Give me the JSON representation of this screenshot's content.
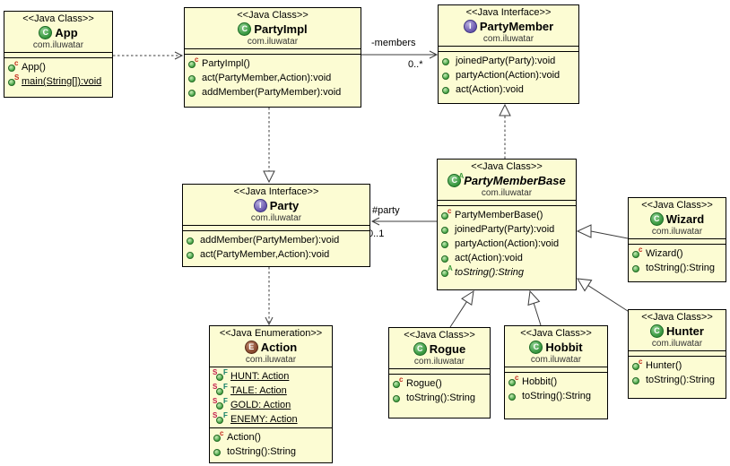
{
  "edges": {
    "members": {
      "name": "-members",
      "mult": "0..*"
    },
    "party": {
      "name": "#party",
      "mult": "0..1"
    }
  },
  "classes": {
    "app": {
      "stereotype": "<<Java Class>>",
      "icon": "C",
      "name": "App",
      "package": "com.iluwatar",
      "members": [
        {
          "sup": "c",
          "text": "App()"
        },
        {
          "sup": "S",
          "text": "main(String[]):void"
        }
      ]
    },
    "partyimpl": {
      "stereotype": "<<Java Class>>",
      "icon": "C",
      "name": "PartyImpl",
      "package": "com.iluwatar",
      "members": [
        {
          "sup": "c",
          "text": "PartyImpl()"
        },
        {
          "text": "act(PartyMember,Action):void"
        },
        {
          "text": "addMember(PartyMember):void"
        }
      ]
    },
    "partymember": {
      "stereotype": "<<Java Interface>>",
      "icon": "I",
      "name": "PartyMember",
      "package": "com.iluwatar",
      "members": [
        {
          "text": "joinedParty(Party):void"
        },
        {
          "text": "partyAction(Action):void"
        },
        {
          "text": "act(Action):void"
        }
      ]
    },
    "party": {
      "stereotype": "<<Java Interface>>",
      "icon": "I",
      "name": "Party",
      "package": "com.iluwatar",
      "members": [
        {
          "text": "addMember(PartyMember):void"
        },
        {
          "text": "act(PartyMember,Action):void"
        }
      ]
    },
    "partymemberbase": {
      "stereotype": "<<Java Class>>",
      "icon": "C",
      "icon_sup": "A",
      "name": "PartyMemberBase",
      "package": "com.iluwatar",
      "members": [
        {
          "sup": "c",
          "text": "PartyMemberBase()"
        },
        {
          "text": "joinedParty(Party):void"
        },
        {
          "text": "partyAction(Action):void"
        },
        {
          "text": "act(Action):void"
        },
        {
          "sup": "A",
          "text": "toString():String"
        }
      ]
    },
    "wizard": {
      "stereotype": "<<Java Class>>",
      "icon": "C",
      "name": "Wizard",
      "package": "com.iluwatar",
      "members": [
        {
          "sup": "c",
          "text": "Wizard()"
        },
        {
          "text": "toString():String"
        }
      ]
    },
    "hunter": {
      "stereotype": "<<Java Class>>",
      "icon": "C",
      "name": "Hunter",
      "package": "com.iluwatar",
      "members": [
        {
          "sup": "c",
          "text": "Hunter()"
        },
        {
          "text": "toString():String"
        }
      ]
    },
    "rogue": {
      "stereotype": "<<Java Class>>",
      "icon": "C",
      "name": "Rogue",
      "package": "com.iluwatar",
      "members": [
        {
          "sup": "c",
          "text": "Rogue()"
        },
        {
          "text": "toString():String"
        }
      ]
    },
    "hobbit": {
      "stereotype": "<<Java Class>>",
      "icon": "C",
      "name": "Hobbit",
      "package": "com.iluwatar",
      "members": [
        {
          "sup": "c",
          "text": "Hobbit()"
        },
        {
          "text": "toString():String"
        }
      ]
    },
    "action": {
      "stereotype": "<<Java Enumeration>>",
      "icon": "E",
      "name": "Action",
      "package": "com.iluwatar",
      "fields": [
        {
          "supL": "S",
          "supR": "F",
          "text": "HUNT: Action"
        },
        {
          "supL": "S",
          "supR": "F",
          "text": "TALE: Action"
        },
        {
          "supL": "S",
          "supR": "F",
          "text": "GOLD: Action"
        },
        {
          "supL": "S",
          "supR": "F",
          "text": "ENEMY: Action"
        }
      ],
      "members": [
        {
          "sup": "c",
          "text": "Action()"
        },
        {
          "text": "toString():String"
        }
      ]
    }
  }
}
